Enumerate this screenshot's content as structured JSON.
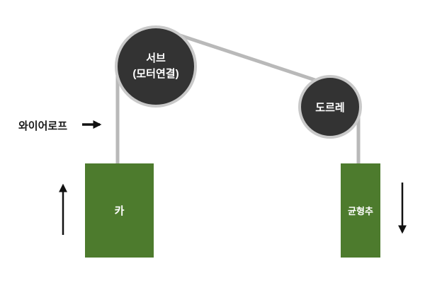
{
  "diagram": {
    "sheave": {
      "line1": "서브",
      "line2": "(모터연결)"
    },
    "pulley": {
      "label": "도르레"
    },
    "wire_rope": {
      "label": "와이어로프"
    },
    "car": {
      "label": "카"
    },
    "counterweight": {
      "label": "균형추"
    },
    "colors": {
      "block_green": "#4d7b2d",
      "circle_fill": "#333333",
      "circle_ring": "#c9c9c9",
      "rope_gray": "#b9b9b9",
      "arrow_black": "#111111",
      "background": "#ffffff"
    }
  }
}
